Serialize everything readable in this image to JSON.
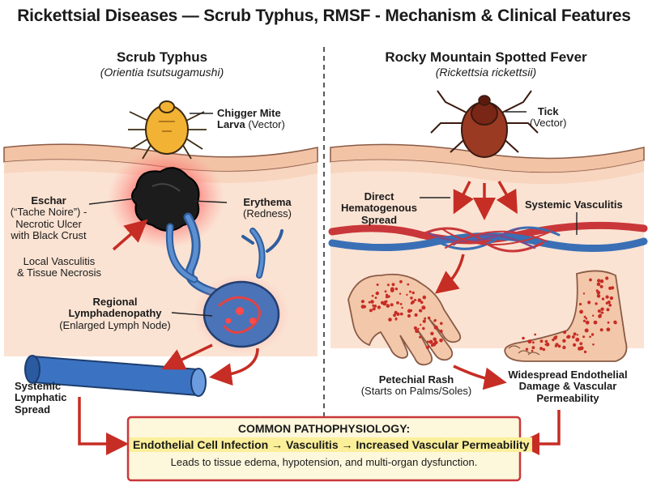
{
  "title": "Rickettsial Diseases — Scrub Typhus, RMSF - Mechanism & Clinical Features",
  "left": {
    "heading": "Scrub Typhus",
    "organism": "(Orientia tsutsugamushi)",
    "vector_name": "Chigger Mite",
    "vector_name2": "Larva",
    "vector_role": "(Vector)",
    "eschar": [
      "Eschar",
      "(“Tache Noire”) -",
      "Necrotic Ulcer",
      "with Black Crust"
    ],
    "erythema": [
      "Erythema",
      "(Redness)"
    ],
    "vasculitis": [
      "Local Vasculitis",
      "& Tissue Necrosis"
    ],
    "lymph": [
      "Regional",
      "Lymphadenopathy",
      "(Enlarged Lymph Node)"
    ],
    "spread": [
      "Systemic",
      "Lymphatic",
      "Spread"
    ]
  },
  "right": {
    "heading": "Rocky Mountain Spotted Fever",
    "organism": "(Rickettsia rickettsii)",
    "vector_name": "Tick",
    "vector_role": "(Vector)",
    "spread": [
      "Direct",
      "Hematogenous",
      "Spread"
    ],
    "vasculitis": "Systemic Vasculitis",
    "rash": [
      "Petechial Rash",
      "(Starts on Palms/Soles)"
    ],
    "damage": [
      "Widespread Endothelial",
      "Damage & Vascular",
      "Permeability"
    ]
  },
  "summary": {
    "title": "COMMON PATHOPHYSIOLOGY:",
    "highlight": "Endothelial Cell Infection → Vasculitis → Increased Vascular Permeability",
    "note": "Leads to tissue edema, hypotension, and multi-organ dysfunction."
  },
  "colors": {
    "arrow": "#c62d24",
    "vein": "#3a6fb5",
    "artery": "#c9373a",
    "skin": "#f6d7c4",
    "box_border": "#c9373a",
    "box_fill": "#fdf7dc",
    "highlight": "#fbef9a"
  }
}
